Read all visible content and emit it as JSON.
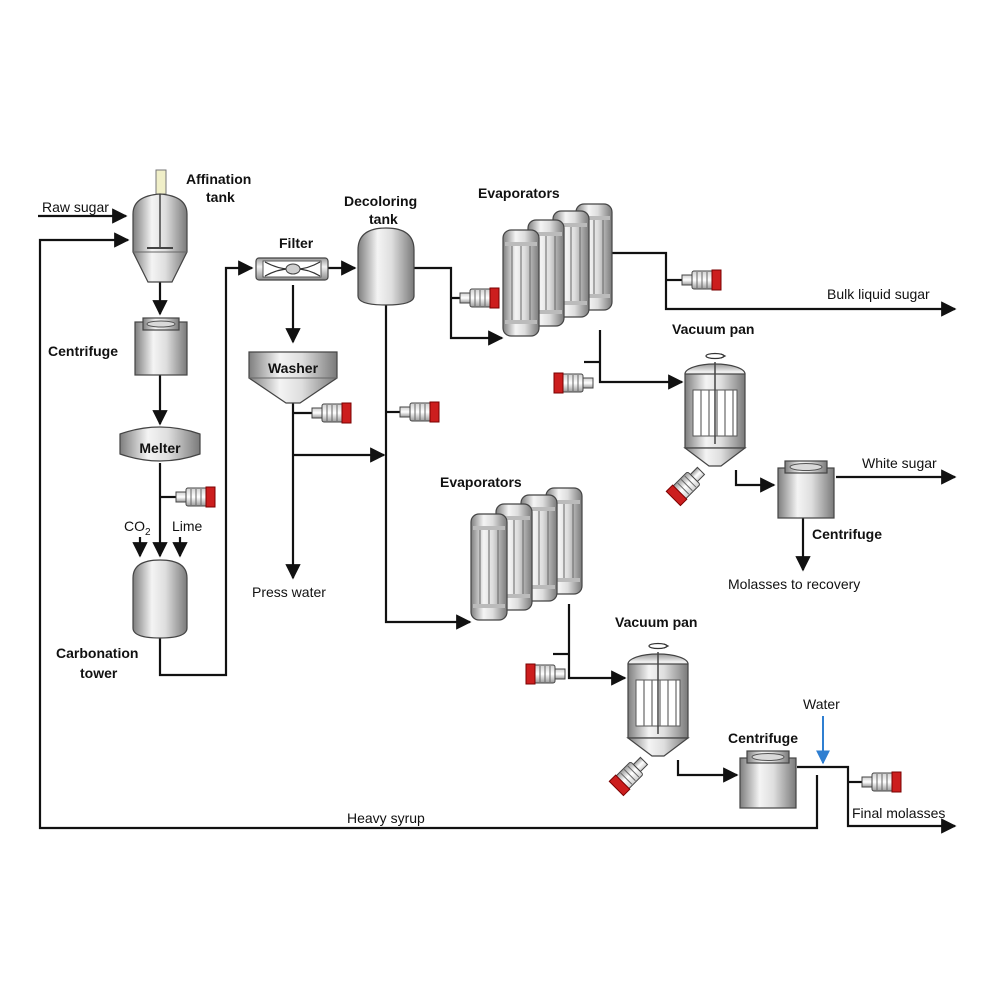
{
  "labels": {
    "raw_sugar": "Raw sugar",
    "affination_tank_1": "Affination",
    "affination_tank_2": "tank",
    "centrifuge_1": "Centrifuge",
    "melter": "Melter",
    "co2": "CO",
    "co2_sub": "2",
    "lime": "Lime",
    "carbonation_1": "Carbonation",
    "carbonation_2": "tower",
    "filter": "Filter",
    "washer": "Washer",
    "press_water": "Press water",
    "decoloring_1": "Decoloring",
    "decoloring_2": "tank",
    "evaporators_1": "Evaporators",
    "bulk_liquid_sugar": "Bulk liquid sugar",
    "vacuum_pan_1": "Vacuum pan",
    "white_sugar": "White sugar",
    "centrifuge_2": "Centrifuge",
    "molasses_recovery": "Molasses to recovery",
    "evaporators_2": "Evaporators",
    "vacuum_pan_2": "Vacuum pan",
    "water": "Water",
    "centrifuge_3": "Centrifuge",
    "final_molasses": "Final molasses",
    "heavy_syrup": "Heavy syrup"
  },
  "colors": {
    "pipe": "#111111",
    "water_line": "#2f7fd1",
    "pump_accent": "#cc1e1e",
    "vessel_light": "#f2f2f2",
    "vessel_dark": "#8a8a8a"
  }
}
